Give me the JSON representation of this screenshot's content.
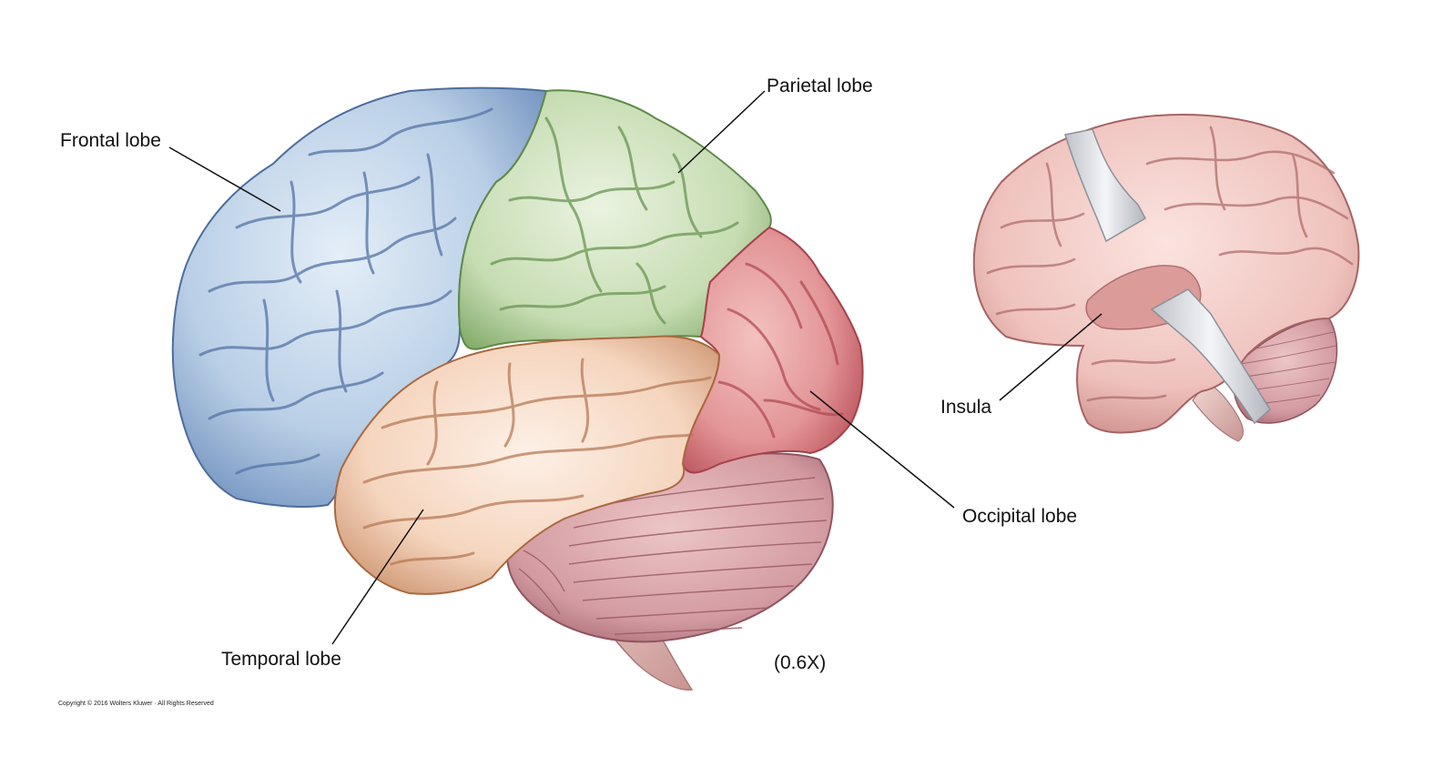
{
  "labels": {
    "frontal": "Frontal lobe",
    "parietal": "Parietal lobe",
    "occipital": "Occipital lobe",
    "temporal": "Temporal lobe",
    "insula": "Insula",
    "magnification": "(0.6X)"
  },
  "copyright": "Copyright © 2016 Wolters Kluwer · All Rights Reserved",
  "colors": {
    "frontal": "#b9cfe6",
    "frontal_dark": "#5d7fae",
    "parietal": "#cfe2bf",
    "parietal_dark": "#6f9a58",
    "occipital": "#e49a9a",
    "occipital_dark": "#b64b4f",
    "temporal": "#f6d9c4",
    "temporal_dark": "#b8754e",
    "cerebellum": "#d9a1a6",
    "cerebellum_dark": "#9a5a62",
    "insula_brain": "#f0c4c0",
    "insula_brain_dark": "#b06a6a",
    "retractor": "#dfe1e6"
  }
}
